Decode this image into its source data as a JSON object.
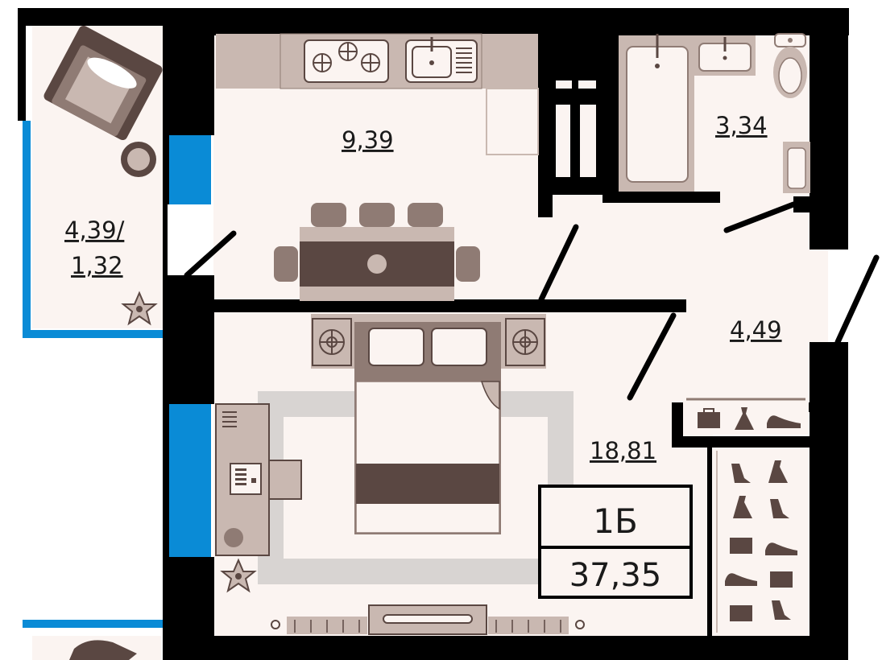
{
  "rooms": {
    "balcony": {
      "area_line1": "4,39/",
      "area_line2": "1,32"
    },
    "kitchen": {
      "area": "9,39"
    },
    "bathroom": {
      "area": "3,34"
    },
    "hallway": {
      "area": "4,49"
    },
    "bedroom": {
      "area": "18,81"
    }
  },
  "apartment": {
    "type": "1Б",
    "total_area": "37,35"
  },
  "colors": {
    "wall": "#000000",
    "floor": "#fbf4f1",
    "window": "#0a8bd6",
    "furniture_light": "#c9b8b1",
    "furniture_mid": "#8f7b74",
    "furniture_dark": "#5a4742",
    "rug": "#d8d4d2"
  },
  "icons": [
    "armchair-icon",
    "stove-icon",
    "sink-icon",
    "bathtub-icon",
    "toilet-icon",
    "bed-icon",
    "desk-icon",
    "plant-icon",
    "shoe-icon",
    "dress-icon",
    "suitcase-icon"
  ]
}
